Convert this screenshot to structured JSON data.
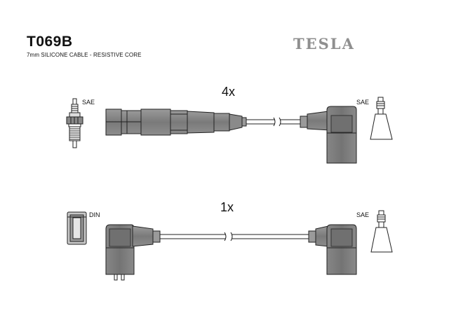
{
  "header": {
    "part_code": "T069B",
    "subtitle": "7mm SILICONE CABLE - RESISTIVE CORE",
    "brand": "TESLA"
  },
  "cables": [
    {
      "quantity": "4x",
      "left_end_label": "SAE",
      "right_end_label": "SAE"
    },
    {
      "quantity": "1x",
      "left_end_label": "DIN",
      "right_end_label": "SAE"
    }
  ],
  "colors": {
    "boot_fill": "#7f7f7f",
    "outline": "#222222",
    "brand": "#8f8f8f"
  }
}
